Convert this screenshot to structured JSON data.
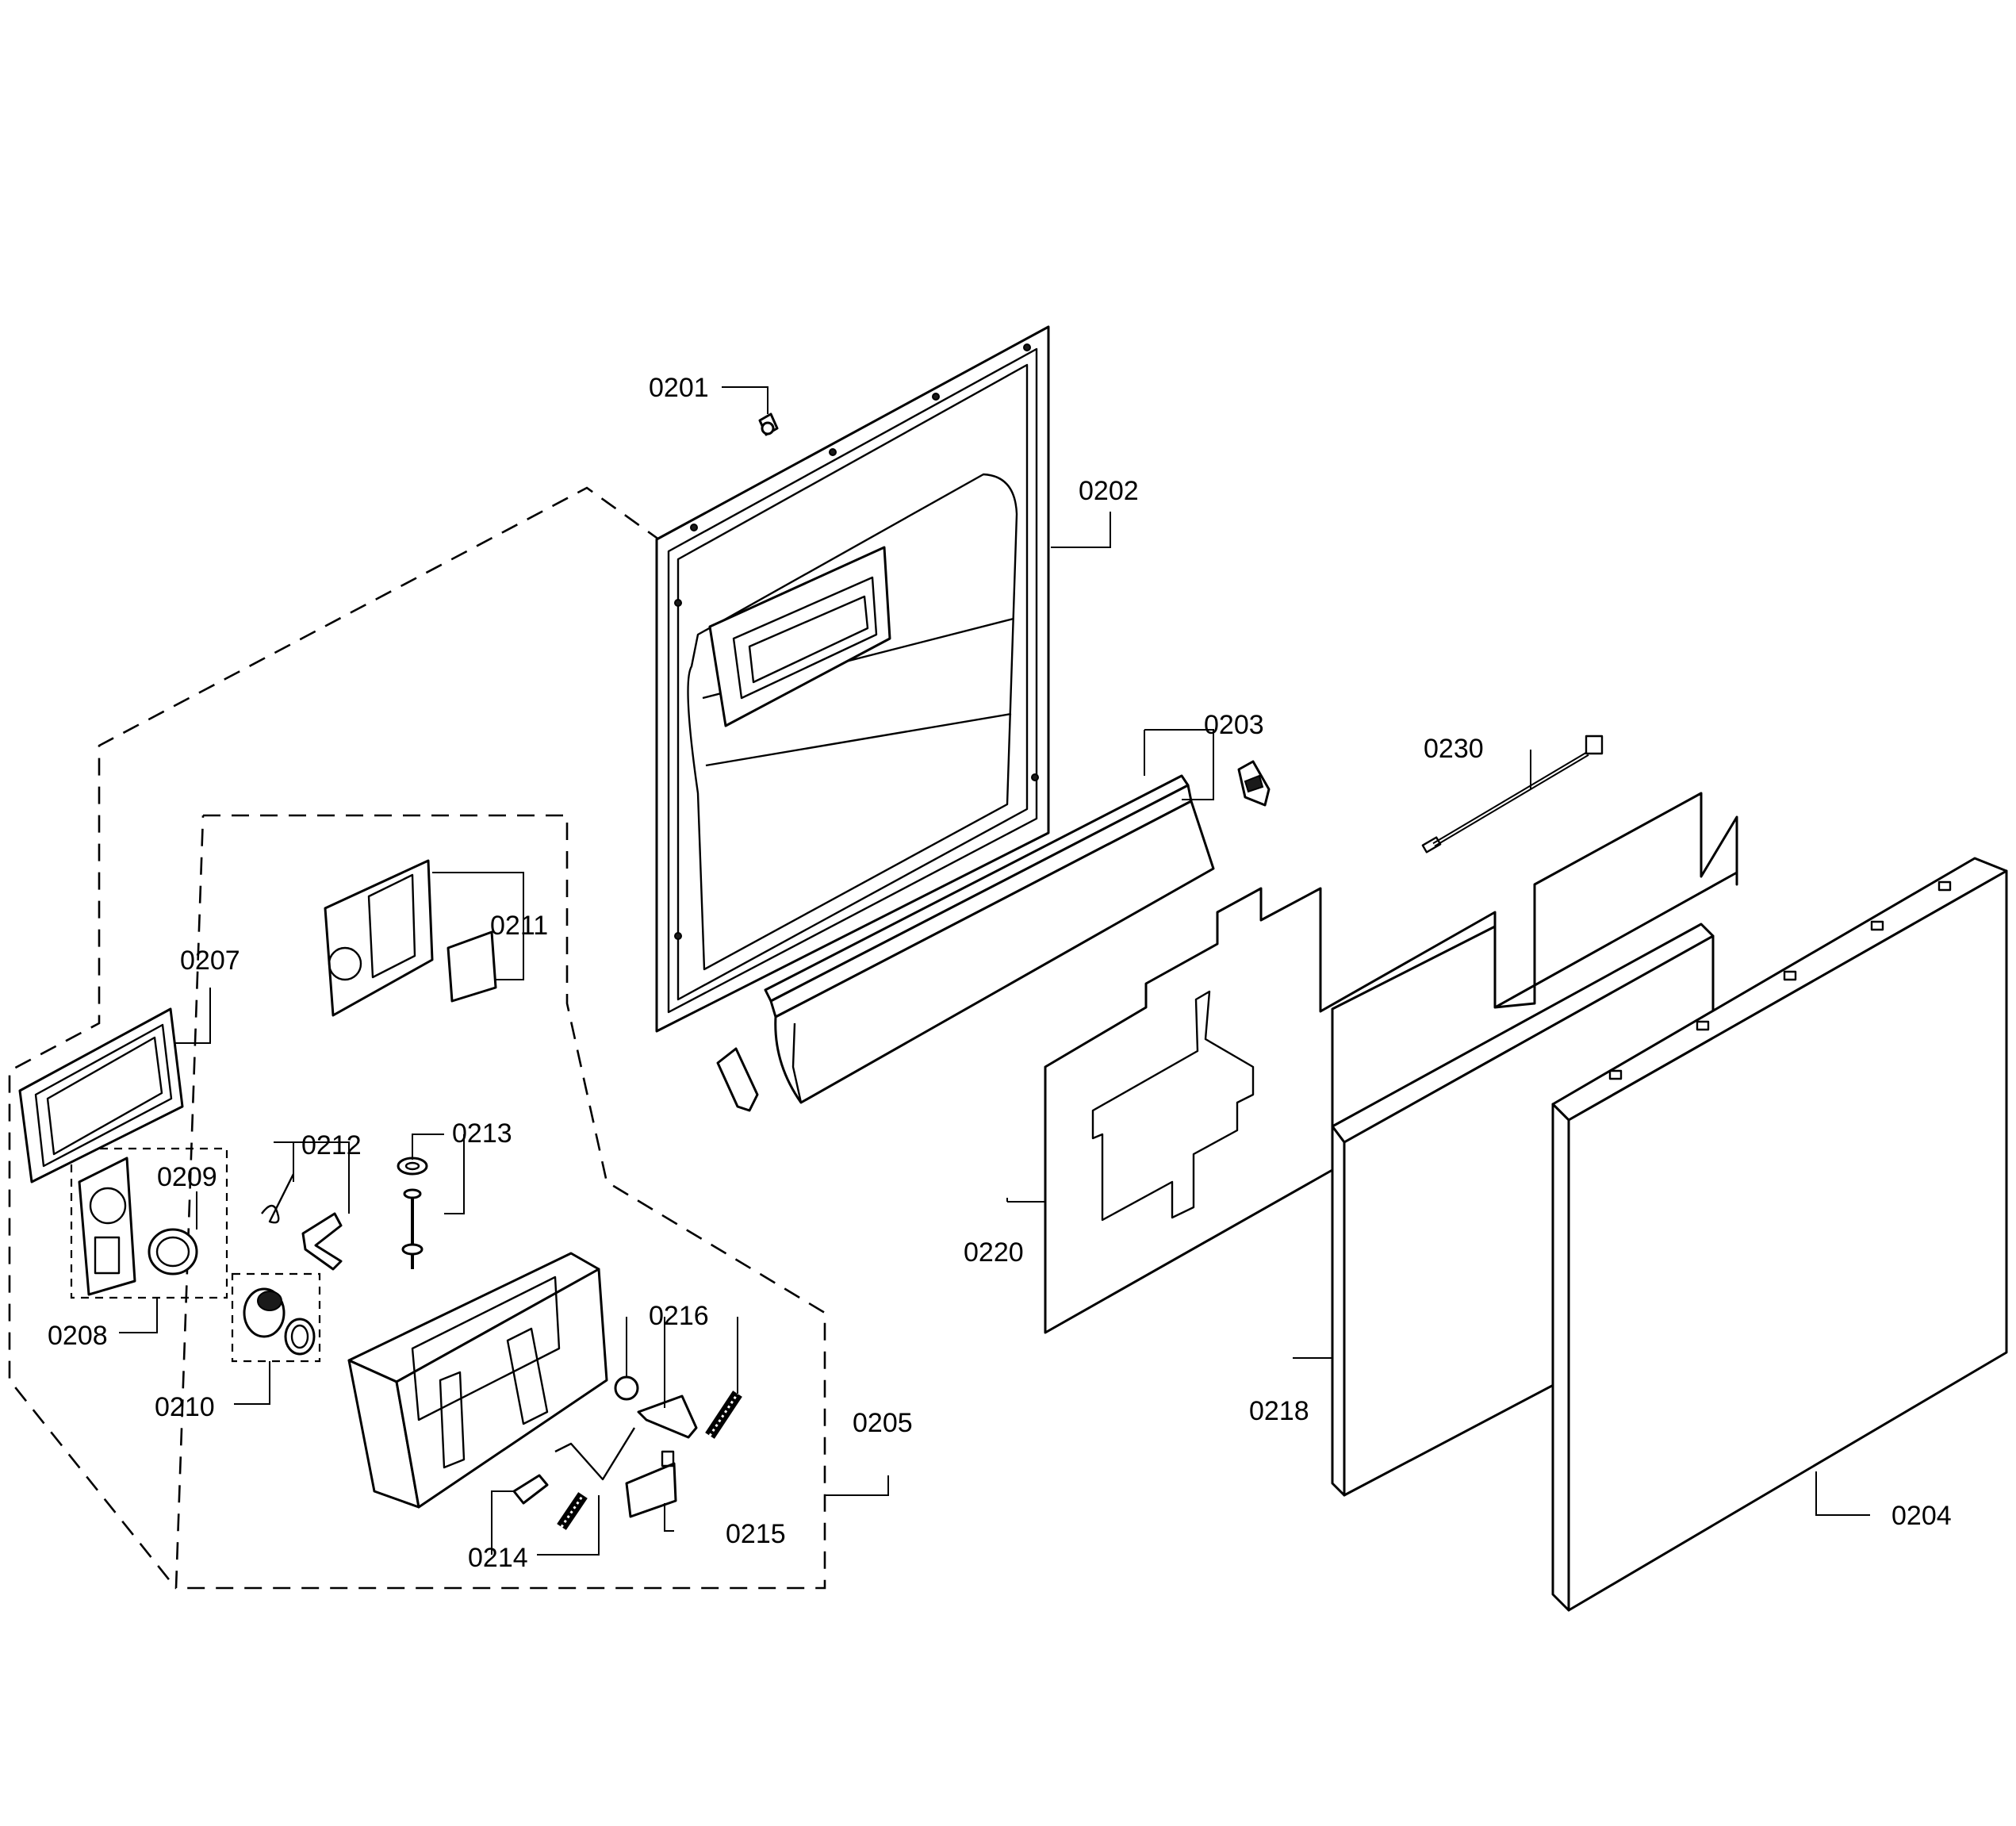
{
  "callouts": {
    "c0201": "0201",
    "c0202": "0202",
    "c0203": "0203",
    "c0204": "0204",
    "c0205": "0205",
    "c0207": "0207",
    "c0208": "0208",
    "c0209": "0209",
    "c0210": "0210",
    "c0211": "0211",
    "c0212": "0212",
    "c0213": "0213",
    "c0214": "0214",
    "c0215": "0215",
    "c0216": "0216",
    "c0218": "0218",
    "c0220": "0220",
    "c0230": "0230"
  },
  "colors": {
    "line": "#000000",
    "background": "#ffffff"
  }
}
